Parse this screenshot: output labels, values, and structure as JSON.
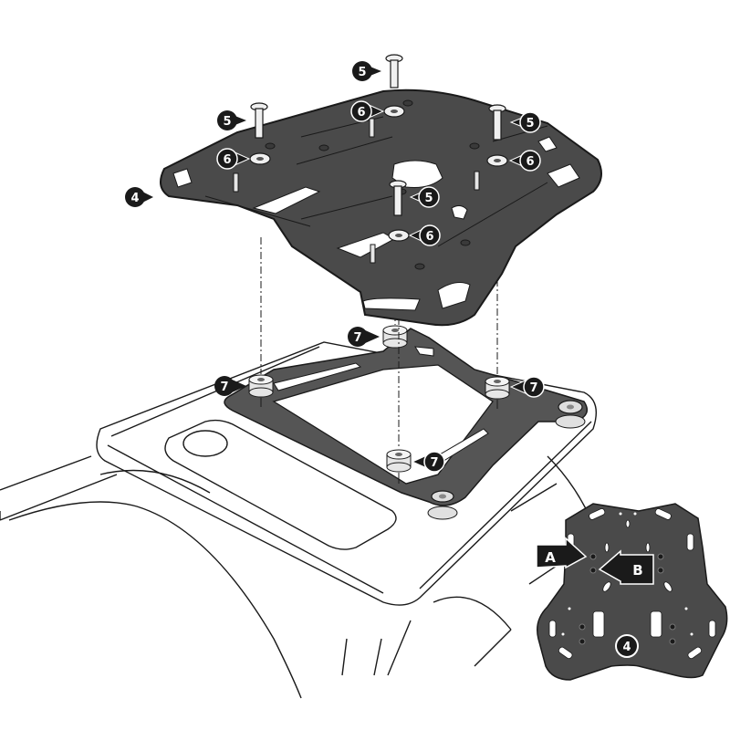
{
  "diagram": {
    "type": "exploded assembly diagram",
    "colors": {
      "plate": "#4a4a4a",
      "plate_edge": "#2a2a2a",
      "outline": "#1a1a1a",
      "background": "#ffffff",
      "callout_fill": "#1a1a1a",
      "callout_text": "#ffffff",
      "hardware": "#e6e6e6"
    },
    "parts": {
      "rack_plate": "4",
      "screw": "5",
      "washer": "6",
      "spacer": "7"
    },
    "callouts": [
      {
        "id": "c-5-top",
        "label": "5"
      },
      {
        "id": "c-5-left",
        "label": "5"
      },
      {
        "id": "c-5-right",
        "label": "5"
      },
      {
        "id": "c-5-center",
        "label": "5"
      },
      {
        "id": "c-6-top",
        "label": "6"
      },
      {
        "id": "c-6-left",
        "label": "6"
      },
      {
        "id": "c-6-right",
        "label": "6"
      },
      {
        "id": "c-6-center",
        "label": "6"
      },
      {
        "id": "c-4-main",
        "label": "4"
      },
      {
        "id": "c-7-top",
        "label": "7"
      },
      {
        "id": "c-7-left",
        "label": "7"
      },
      {
        "id": "c-7-right",
        "label": "7"
      },
      {
        "id": "c-7-front",
        "label": "7"
      }
    ],
    "inset": {
      "plate_label": "4",
      "hole_labels": [
        "A",
        "B"
      ]
    }
  }
}
